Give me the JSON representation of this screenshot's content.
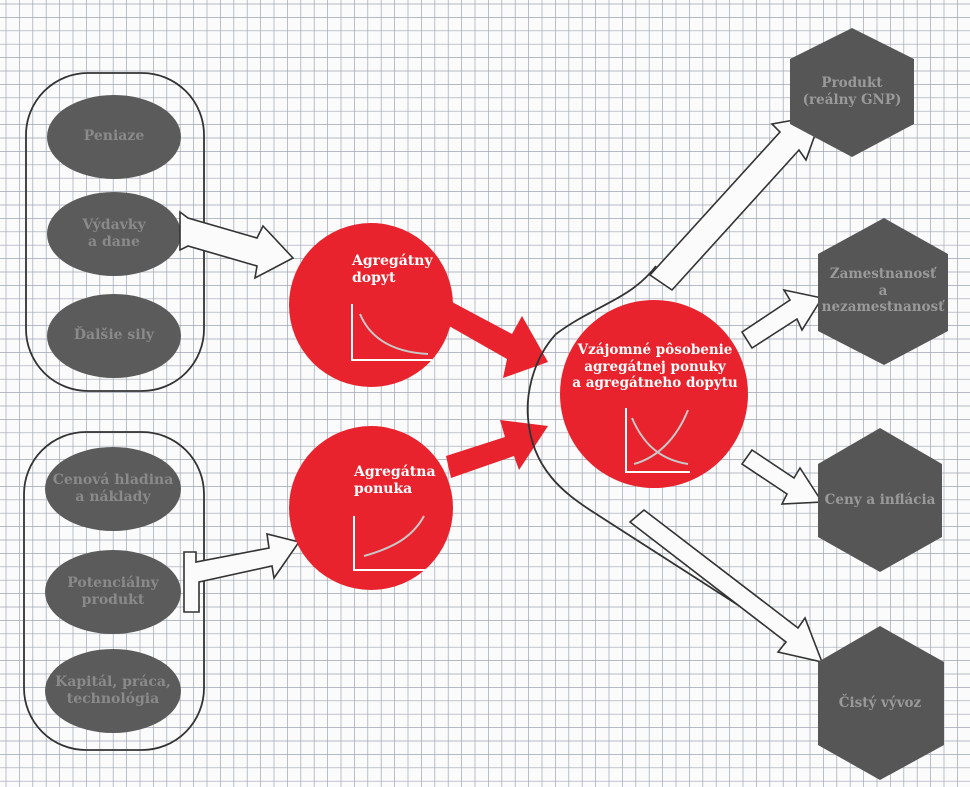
{
  "colors": {
    "paper": "#fbfbfb",
    "grid": "#9fa7b3",
    "input_oval": "#5b5b5b",
    "output_hex": "#565656",
    "aggregate_circle": "#e8232d",
    "outline": "#333333",
    "label_gray": "#8a8a8a",
    "label_white": "#ffffff"
  },
  "inputs": {
    "demand_group": [
      {
        "label": "Peniaze"
      },
      {
        "label": "Výdavky\na dane"
      },
      {
        "label": "Ďalšie sily"
      }
    ],
    "supply_group": [
      {
        "label": "Cenová hladina\na náklady"
      },
      {
        "label": "Potenciálny\nprodukt"
      },
      {
        "label": "Kapitál, práca,\ntechnológia"
      }
    ]
  },
  "aggregates": {
    "demand": {
      "label": "Agregátny\ndopyt",
      "curve": "downward-sloping"
    },
    "supply": {
      "label": "Agregátna\nponuka",
      "curve": "upward-sloping"
    }
  },
  "interaction": {
    "label": "Vzájomné pôsobenie\nagregátnej ponuky\na agregátneho dopytu",
    "curve": "crossing"
  },
  "outputs": [
    {
      "label": "Produkt\n(reálny GNP)"
    },
    {
      "label": "Zamestnanosť\na\nnezamestnanosť"
    },
    {
      "label": "Ceny a inflácia"
    },
    {
      "label": "Čistý vývoz"
    }
  ]
}
